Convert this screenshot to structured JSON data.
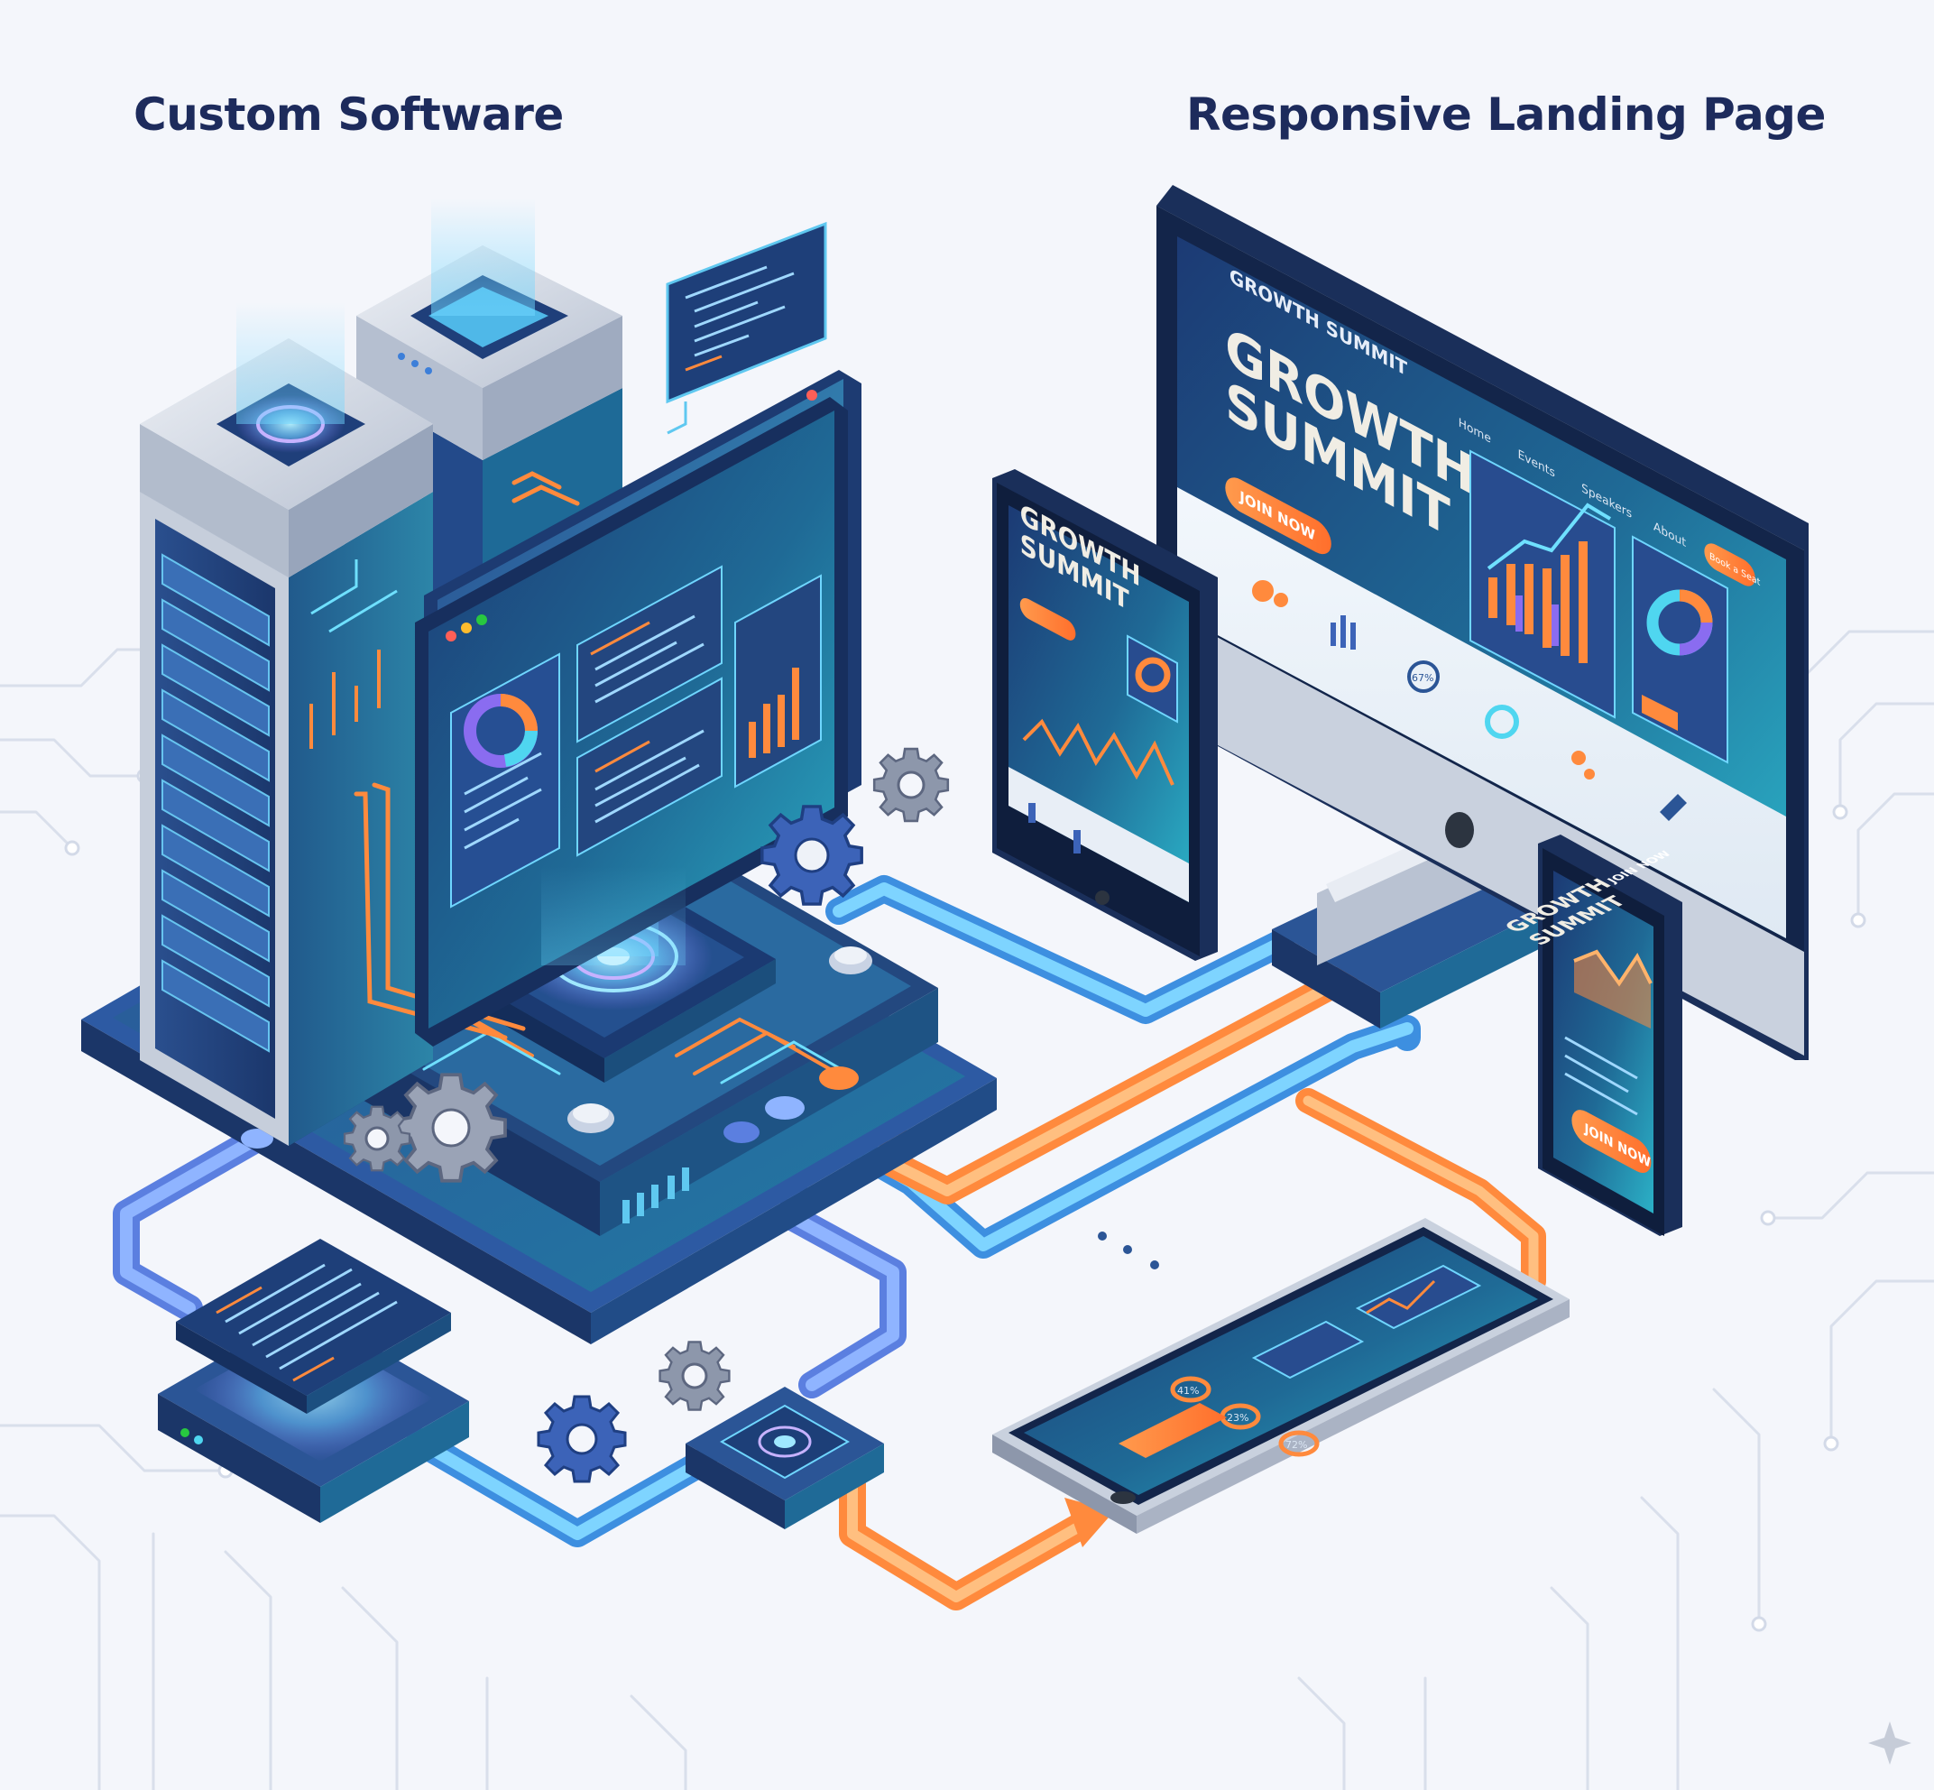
{
  "titles": {
    "left": "Custom Software",
    "right": "Responsive Landing Page"
  },
  "landing": {
    "brand": "GROWTH SUMMIT",
    "headline_line1": "GROWTH",
    "headline_line2": "SUMMIT",
    "cta": "JOIN NOW",
    "nav": [
      "Home",
      "Events",
      "Speakers",
      "About"
    ],
    "nav_cta": "Book a Seat",
    "stat_labels": [
      "41%",
      "23%",
      "72%"
    ],
    "feature_percent": "67%"
  },
  "colors": {
    "navy": "#1d2b5c",
    "teal": "#2a9db8",
    "cyan": "#4fd6f0",
    "orange": "#ff8a3d",
    "purple": "#8a6cf0",
    "background": "#f4f6fb"
  },
  "icons": [
    "server-tower-icon",
    "gear-icon",
    "code-window-icon",
    "chip-icon",
    "desktop-monitor-icon",
    "tablet-icon",
    "phone-icon",
    "arrow-icon"
  ]
}
